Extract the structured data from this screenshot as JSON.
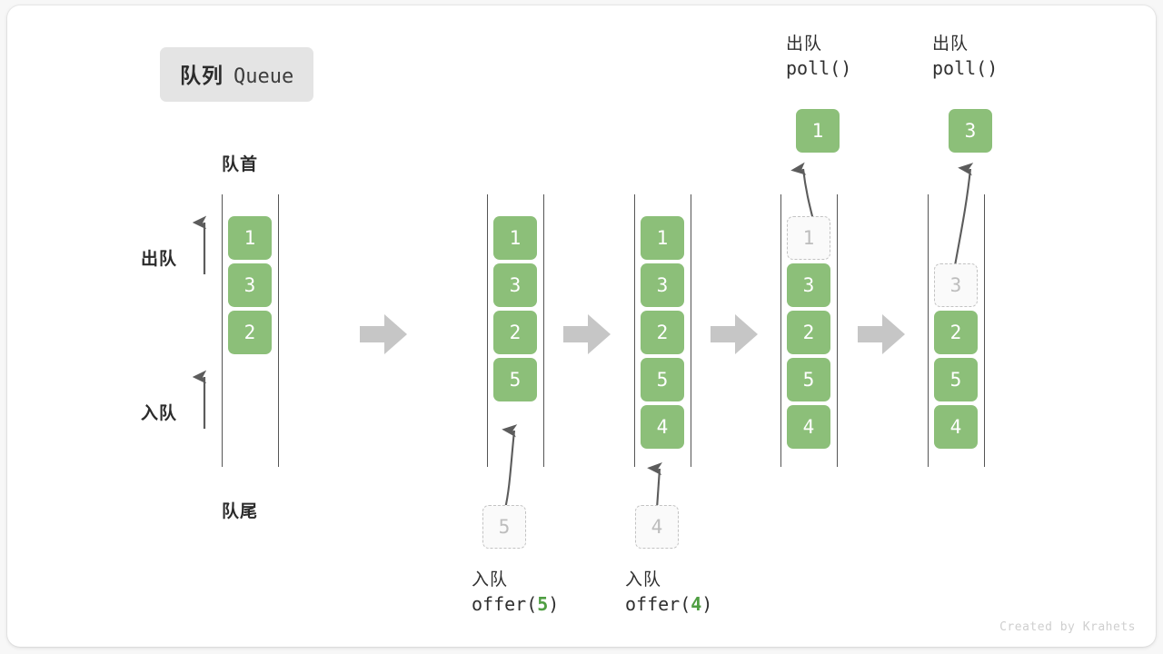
{
  "title": {
    "cn": "队列",
    "en": "Queue"
  },
  "labels": {
    "head": "队首",
    "tail": "队尾",
    "dequeue_side": "出队",
    "enqueue_side": "入队"
  },
  "colors": {
    "cell_green": "#8cbf79",
    "ghost_border": "#c3c3c3",
    "ghost_text": "#bdbdbd",
    "rail": "#555555",
    "arrow_gray": "#c6c6c6",
    "badge_bg": "#e4e4e4",
    "text_dark": "#2b2b2b",
    "code_arg_green": "#4f9e42"
  },
  "stages": [
    {
      "id": "stage-initial",
      "cells": [
        {
          "value": "1",
          "state": "filled"
        },
        {
          "value": "3",
          "state": "filled"
        },
        {
          "value": "2",
          "state": "filled"
        }
      ]
    },
    {
      "id": "stage-offer-5",
      "cells": [
        {
          "value": "1",
          "state": "filled"
        },
        {
          "value": "3",
          "state": "filled"
        },
        {
          "value": "2",
          "state": "filled"
        },
        {
          "value": "5",
          "state": "filled"
        }
      ],
      "pending": {
        "value": "5",
        "state": "ghost"
      },
      "caption": {
        "cn": "入队",
        "code_prefix": "offer(",
        "arg": "5",
        "code_suffix": ")"
      }
    },
    {
      "id": "stage-offer-4",
      "cells": [
        {
          "value": "1",
          "state": "filled"
        },
        {
          "value": "3",
          "state": "filled"
        },
        {
          "value": "2",
          "state": "filled"
        },
        {
          "value": "5",
          "state": "filled"
        },
        {
          "value": "4",
          "state": "filled"
        }
      ],
      "pending": {
        "value": "4",
        "state": "ghost"
      },
      "caption": {
        "cn": "入队",
        "code_prefix": "offer(",
        "arg": "4",
        "code_suffix": ")"
      }
    },
    {
      "id": "stage-poll-1",
      "cells": [
        {
          "value": "1",
          "state": "ghost"
        },
        {
          "value": "3",
          "state": "filled"
        },
        {
          "value": "2",
          "state": "filled"
        },
        {
          "value": "5",
          "state": "filled"
        },
        {
          "value": "4",
          "state": "filled"
        }
      ],
      "popped": {
        "value": "1",
        "state": "filled"
      },
      "caption": {
        "cn": "出队",
        "code": "poll()"
      }
    },
    {
      "id": "stage-poll-3",
      "cells": [
        {
          "value": "",
          "state": "empty"
        },
        {
          "value": "3",
          "state": "ghost"
        },
        {
          "value": "2",
          "state": "filled"
        },
        {
          "value": "5",
          "state": "filled"
        },
        {
          "value": "4",
          "state": "filled"
        }
      ],
      "popped": {
        "value": "3",
        "state": "filled"
      },
      "caption": {
        "cn": "出队",
        "code": "poll()"
      }
    }
  ],
  "credit": "Created by Krahets"
}
